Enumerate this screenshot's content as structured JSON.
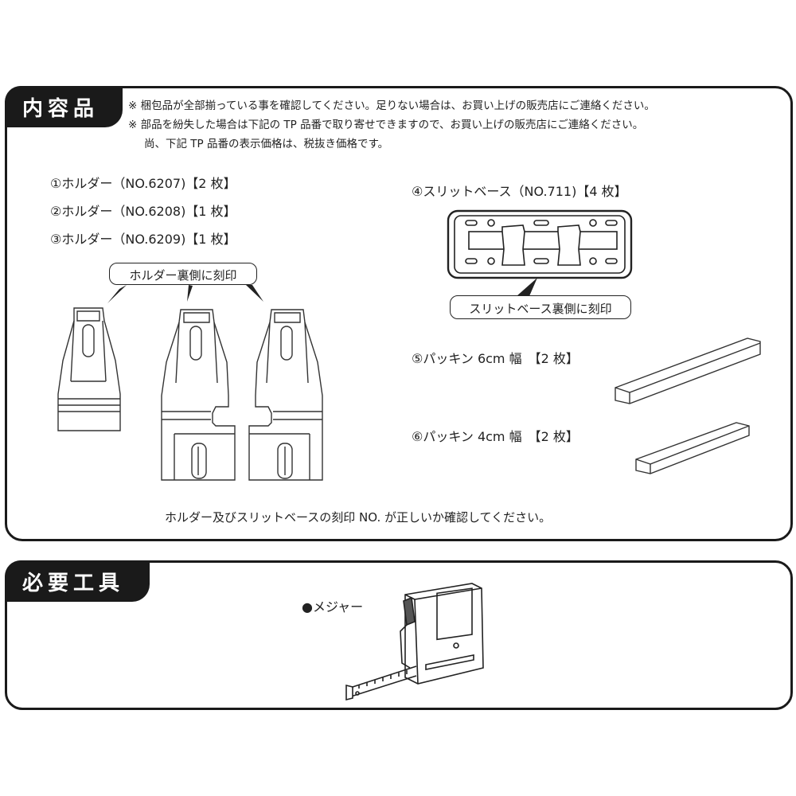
{
  "contents": {
    "heading": "内容品",
    "notes": [
      "※ 梱包品が全部揃っている事を確認してください。足りない場合は、お買い上げの販売店にご連絡ください。",
      "※ 部品を紛失した場合は下記の TP 品番で取り寄せできますので、お買い上げの販売店にご連絡ください。",
      "尚、下記 TP 品番の表示価格は、税抜き価格です。"
    ],
    "holders": [
      "①ホルダー（NO.6207)【2 枚】",
      "②ホルダー（NO.6208)【1 枚】",
      "③ホルダー（NO.6209)【1 枚】"
    ],
    "holder_callout": "ホルダー裏側に刻印",
    "slit_base": "④スリットベース（NO.711)【4 枚】",
    "slit_base_callout": "スリットベース裏側に刻印",
    "packing_6": "⑤パッキン 6cm 幅　【2 枚】",
    "packing_4": "⑥パッキン 4cm 幅　【2 枚】",
    "footer": "ホルダー及びスリットベースの刻印 NO. が正しいか確認してください。"
  },
  "tools": {
    "heading": "必要工具",
    "tape_measure": "●メジャー"
  },
  "icons": [
    "holder-6207-icon",
    "holder-6208-icon",
    "holder-6209-icon",
    "slit-base-icon",
    "packing-6cm-icon",
    "packing-4cm-icon",
    "tape-measure-icon"
  ]
}
